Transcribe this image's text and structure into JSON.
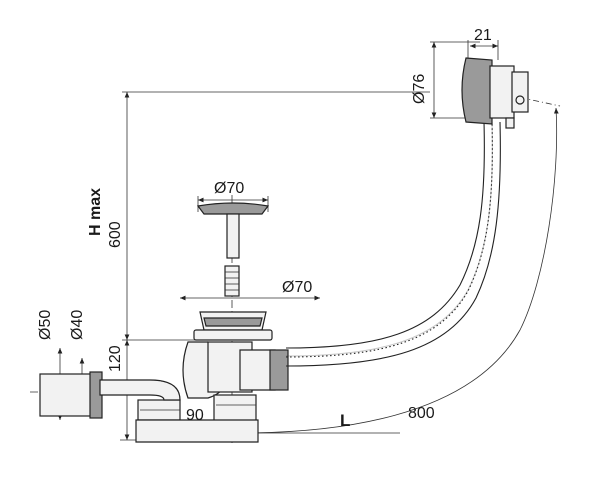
{
  "labels": {
    "dia_overflow": "Ø76",
    "width_overflow": "21",
    "dia_plug": "Ø70",
    "dia_flange": "Ø70",
    "h_max": "H max",
    "h_600": "600",
    "dia_50": "Ø50",
    "dia_40": "Ø40",
    "h_120": "120",
    "w_90": "90",
    "l": "L",
    "l_800": "800"
  },
  "colors": {
    "line": "#222222",
    "fill_light": "#f2f2f2",
    "fill_dark": "#9a9a9a"
  }
}
